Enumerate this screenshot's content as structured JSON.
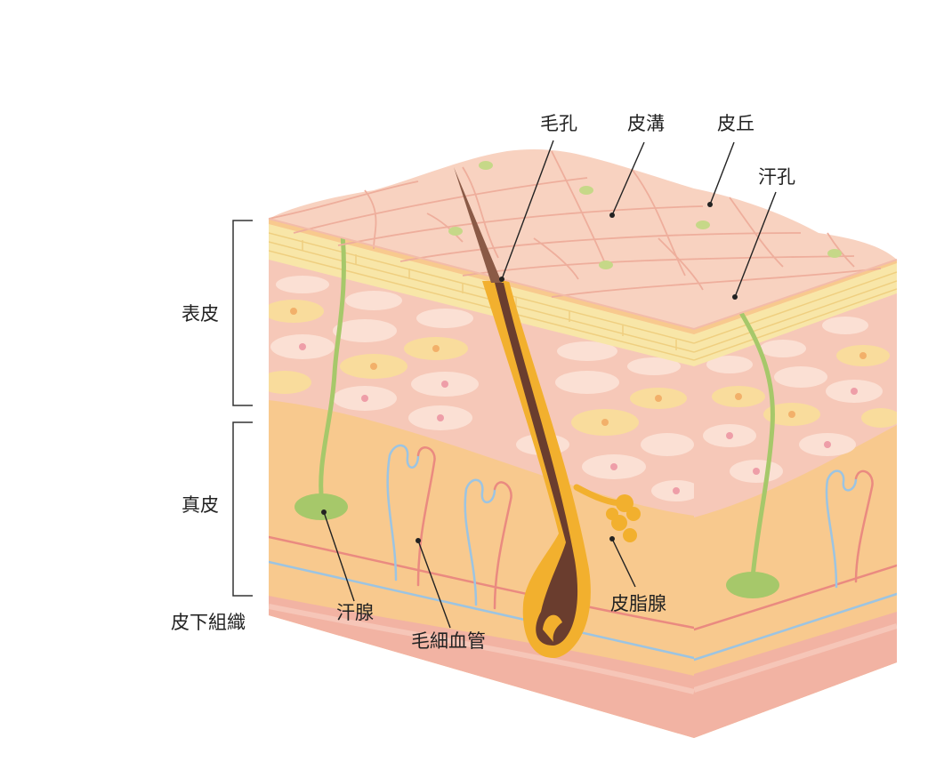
{
  "labels": {
    "pore": "毛孔",
    "sulcus": "皮溝",
    "crista": "皮丘",
    "sweat_pore": "汗孔",
    "sweat_gland": "汗腺",
    "capillary": "毛細血管",
    "sebaceous_gland": "皮脂腺"
  },
  "layers": {
    "epidermis": "表皮",
    "dermis": "真皮",
    "subcutis": "皮下組織"
  },
  "colors": {
    "surface": "#f8d2c0",
    "surface_line": "#eeae9c",
    "cornified": "#f8e6a8",
    "cells": "#f6c8b8",
    "dermis": "#f8c98e",
    "subcutis": "#f2b3a3",
    "hair": "#6a3d2e",
    "follicle": "#f2b02e",
    "sweat_duct": "#a6c86a",
    "artery": "#ea8a80",
    "vein": "#9cc4e2",
    "text": "#222222"
  }
}
